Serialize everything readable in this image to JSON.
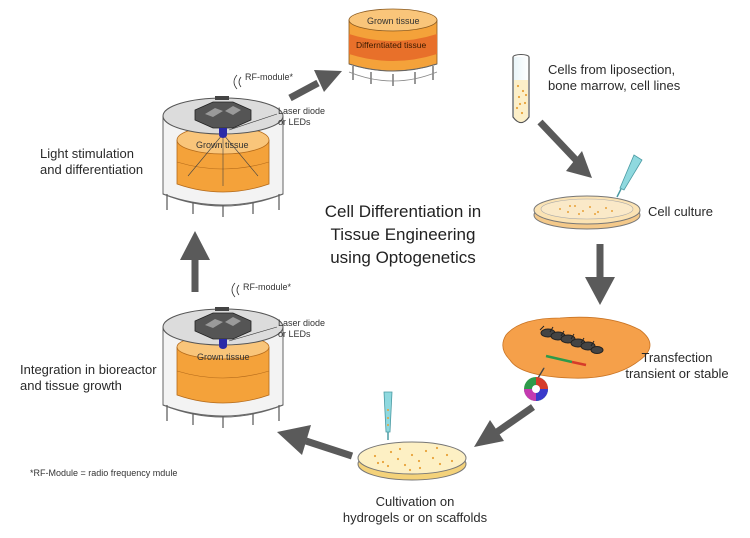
{
  "title": {
    "line1": "Cell Differentiation in",
    "line2": "Tissue Engineering",
    "line3": "using Optogenetics"
  },
  "steps": {
    "cells_source": {
      "line1": "Cells from liposection,",
      "line2": "bone marrow, cell lines"
    },
    "cell_culture": {
      "label": "Cell culture"
    },
    "transfection": {
      "line1": "Transfection",
      "line2": "transient or stable"
    },
    "cultivation": {
      "line1": "Cultivation on",
      "line2": "hydrogels or on scaffolds"
    },
    "integration": {
      "line1": "Integration in bioreactor",
      "line2": "and tissue growth"
    },
    "stimulation": {
      "line1": "Light stimulation",
      "line2": "and differentiation"
    }
  },
  "bioreactor_lower": {
    "rf_label": "RF-module*",
    "laser_line1": "Laser diode",
    "laser_line2": "or LEDs",
    "tissue_label": "Grown tissue"
  },
  "bioreactor_upper": {
    "rf_label": "RF-module*",
    "laser_line1": "Laser diode",
    "laser_line2": "or LEDs",
    "tissue_label": "Grown tissue"
  },
  "result_tissue": {
    "grown_label": "Grown tissue",
    "differentiated_label": "Differntiated tissue"
  },
  "footnote": "*RF-Module = radio frequency mdule",
  "colors": {
    "arrow": "#5a5a5a",
    "tissue_orange": "#f4a23a",
    "tissue_light": "#f9c57a",
    "differentiated": "#e8702a",
    "dish_fill": "#fbe6b0",
    "transfection_blob": "#f5a04a",
    "led_blue": "#2a2aa8",
    "liquid_teal": "#6fcfd8"
  }
}
